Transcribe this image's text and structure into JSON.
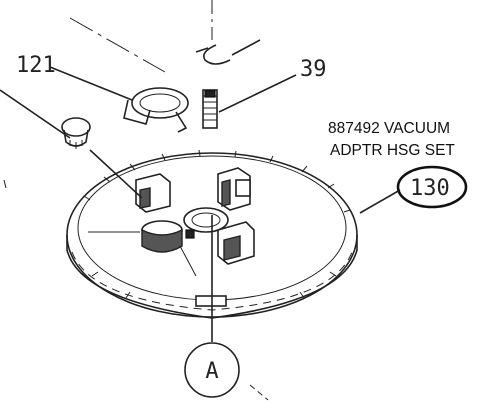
{
  "callouts": {
    "ref_121": "121",
    "ref_39": "39",
    "ref_130": "130",
    "ref_a": "A"
  },
  "note": {
    "line1": "887492 VACUUM",
    "line2": "ADPTR HSG SET"
  },
  "colors": {
    "ink": "#222222",
    "paper": "#ffffff"
  }
}
